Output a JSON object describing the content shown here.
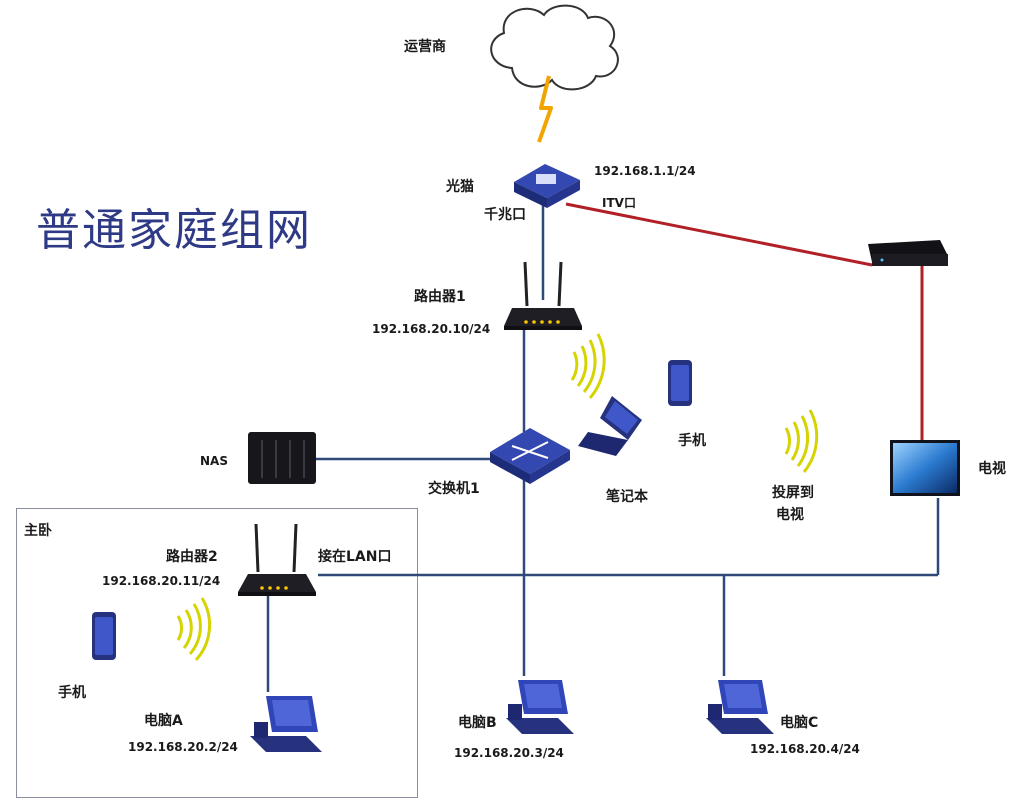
{
  "title": "普通家庭组网",
  "colors": {
    "wired": "#2f4a7a",
    "itv": "#b02026",
    "device": "#27327f",
    "wifi": "#d6d400",
    "title": "#2f3a86"
  },
  "icons": [
    "cloud-icon",
    "lightning-icon",
    "modem-icon",
    "router-icon",
    "switch-icon",
    "nas-icon",
    "laptop-icon",
    "phone-icon",
    "wifi-icon",
    "set-top-box-icon",
    "tv-icon",
    "computer-icon"
  ],
  "labels": {
    "isp": "运营商",
    "modem": "光猫",
    "modem_ip": "192.168.1.1/24",
    "gigabit_port": "千兆口",
    "itv_port": "ITV口",
    "router1": "路由器1",
    "router1_ip": "192.168.20.10/24",
    "nas": "NAS",
    "switch": "交换机1",
    "laptop": "笔记本",
    "phone": "手机",
    "cast_line1": "投屏到",
    "cast_line2": "电视",
    "tv": "电视",
    "room": "主卧",
    "router2": "路由器2",
    "router2_ip": "192.168.20.11/24",
    "lan_port": "接在LAN口",
    "phone2": "手机",
    "pc_a": "电脑A",
    "pc_a_ip": "192.168.20.2/24",
    "pc_b": "电脑B",
    "pc_b_ip": "192.168.20.3/24",
    "pc_c": "电脑C",
    "pc_c_ip": "192.168.20.4/24"
  }
}
